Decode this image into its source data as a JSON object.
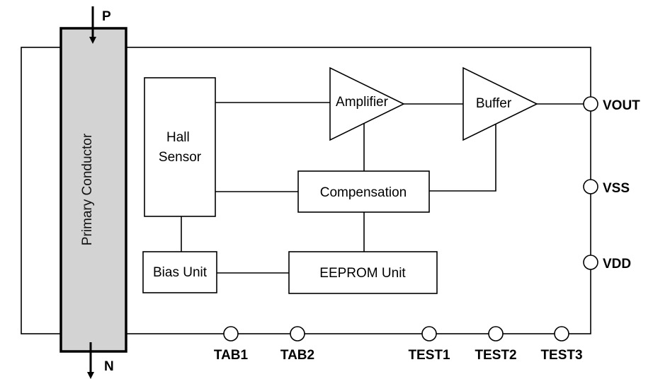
{
  "conductor": {
    "label": "Primary Conductor",
    "top_terminal": "P",
    "bottom_terminal": "N"
  },
  "blocks": {
    "hall_sensor": [
      "Hall",
      "Sensor"
    ],
    "amplifier": "Amplifier",
    "buffer": "Buffer",
    "compensation": "Compensation",
    "bias_unit": "Bias Unit",
    "eeprom_unit": "EEPROM Unit"
  },
  "pins": {
    "vout": "VOUT",
    "vss": "VSS",
    "vdd": "VDD",
    "tab1": "TAB1",
    "tab2": "TAB2",
    "test1": "TEST1",
    "test2": "TEST2",
    "test3": "TEST3"
  },
  "colors": {
    "conductor_fill": "#d3d3d3",
    "line": "#000000"
  }
}
